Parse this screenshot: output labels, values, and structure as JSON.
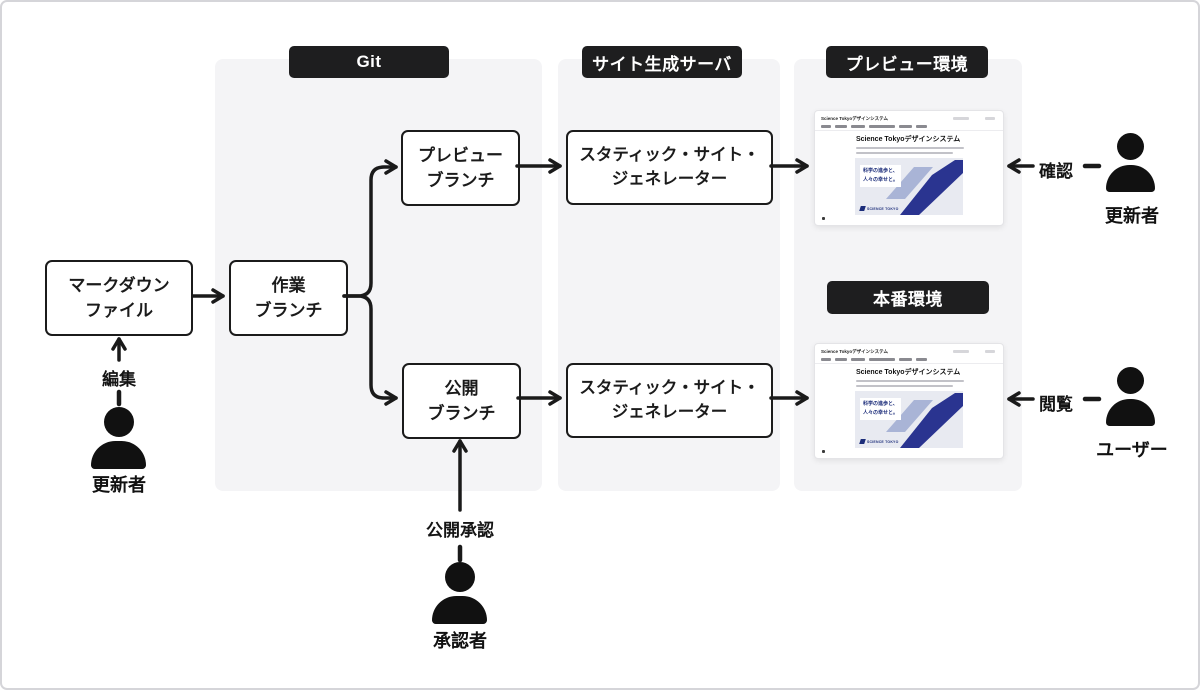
{
  "headers": {
    "git": "Git",
    "server": "サイト生成サーバ",
    "preview": "プレビュー環境",
    "production": "本番環境"
  },
  "nodes": {
    "markdown": {
      "line1": "マークダウン",
      "line2": "ファイル"
    },
    "work_branch": {
      "line1": "作業",
      "line2": "ブランチ"
    },
    "preview_branch": {
      "line1": "プレビュー",
      "line2": "ブランチ"
    },
    "publish_branch": {
      "line1": "公開",
      "line2": "ブランチ"
    },
    "ssg": {
      "line1": "スタティック・サイト・",
      "line2": "ジェネレーター"
    }
  },
  "labels": {
    "edit": "編集",
    "publish_approval": "公開承認",
    "confirm": "確認",
    "view": "閲覧"
  },
  "actors": {
    "updater_left": "更新者",
    "approver": "承認者",
    "updater_right": "更新者",
    "user": "ユーザー"
  },
  "site_preview": {
    "browser_title": "Science Tokyoデザインシステム",
    "heading": "Science Tokyoデザインシステム",
    "hero_line1": "科学の進歩と、",
    "hero_line2": "人々の幸せと。",
    "logo": "SCIENCE TOKYO"
  },
  "colors": {
    "pill_bg": "#1e1e1f",
    "pill_text": "#ffffff",
    "panel_bg": "#f4f4f6",
    "box_border": "#1b1b1b",
    "arrow": "#1a1a1a",
    "hero_navy": "#2a3490",
    "hero_light_blue": "#a9b4d6",
    "hero_bg": "#e8eaf1",
    "frame_border": "#d5d5d9"
  }
}
